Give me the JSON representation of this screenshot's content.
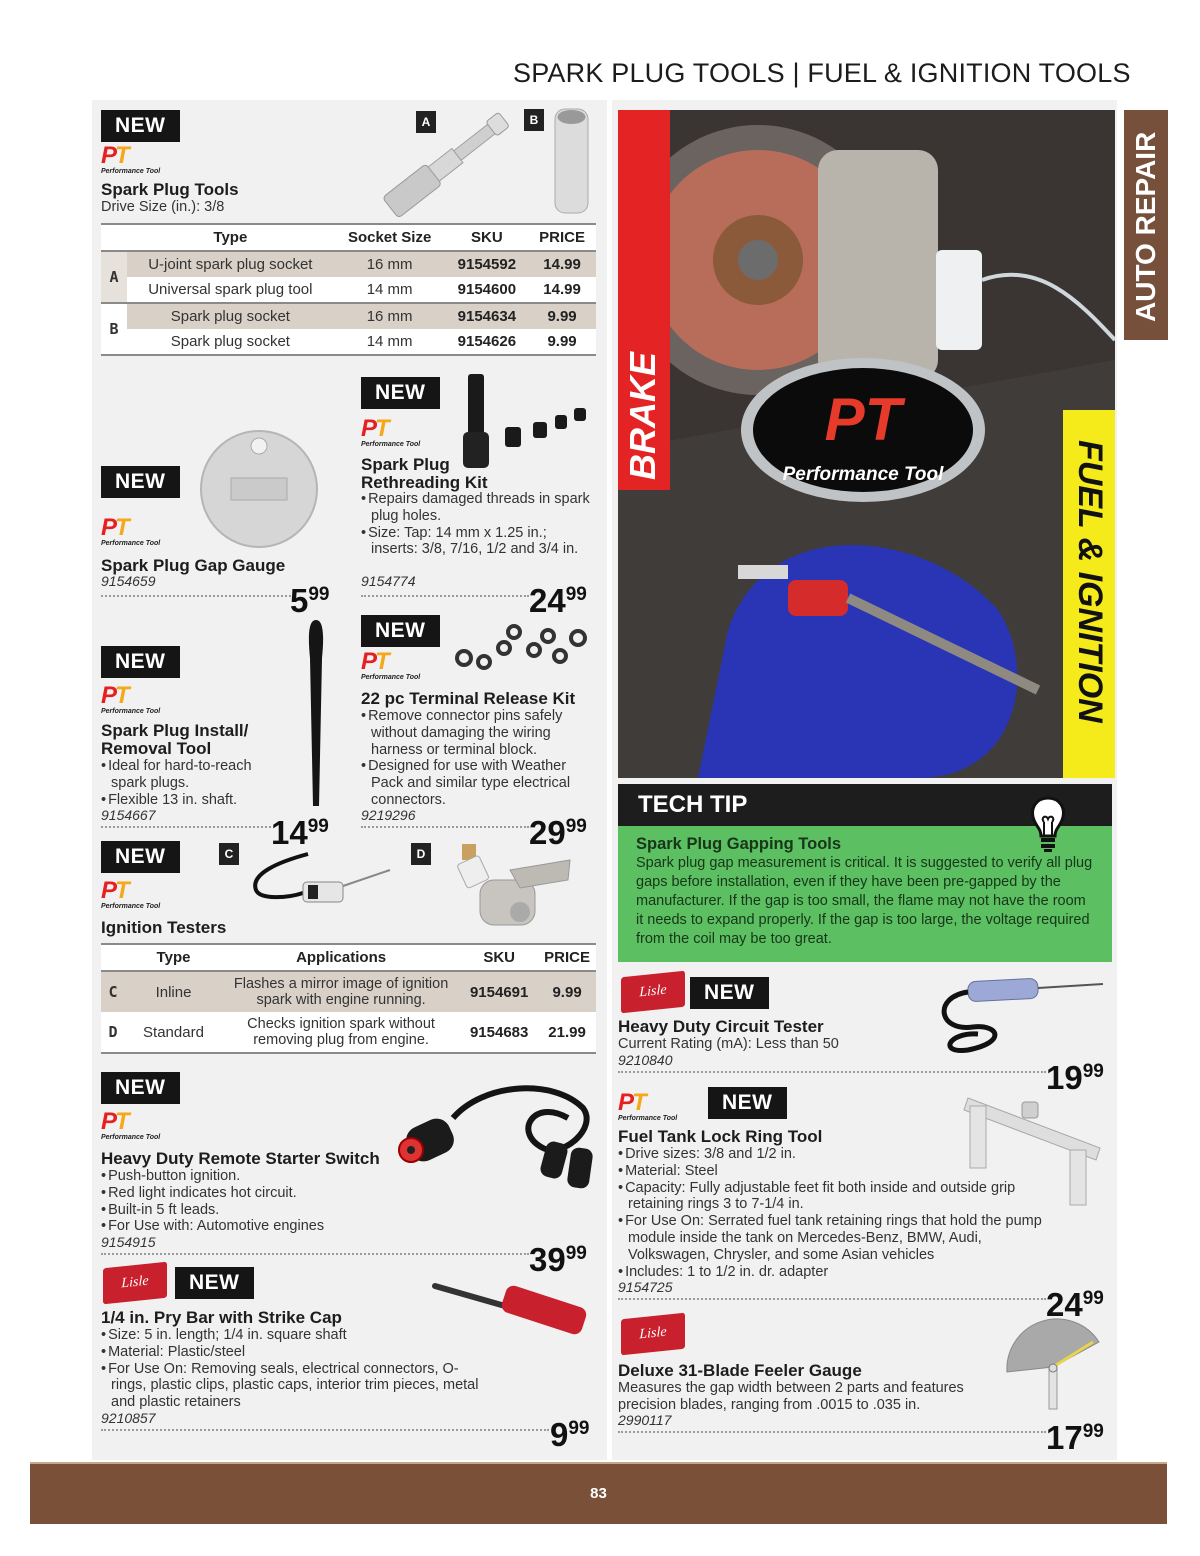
{
  "header": {
    "title": "SPARK PLUG TOOLS | FUEL & IGNITION TOOLS"
  },
  "side_tab": {
    "label": "AUTO REPAIR"
  },
  "badges": {
    "new": "NEW"
  },
  "brands": {
    "pt_mark_a": "P",
    "pt_mark_b": "T",
    "pt_sub": "Performance Tool",
    "lisle": "Lisle"
  },
  "hero": {
    "left_band": "BRAKE",
    "right_band": "FUEL & IGNITION",
    "logo_text": "Performance Tool",
    "logo_mark": "PT"
  },
  "spark_plug_tools": {
    "title": "Spark Plug Tools",
    "subtitle": "Drive Size (in.): 3/8",
    "tag_a": "A",
    "tag_b": "B",
    "table": {
      "headers": [
        "Type",
        "Socket Size",
        "SKU",
        "PRICE"
      ],
      "rows": [
        {
          "group": "A",
          "type": "U-joint spark plug socket",
          "size": "16 mm",
          "sku": "9154592",
          "price": "14.99"
        },
        {
          "group": "A",
          "type": "Universal spark plug tool",
          "size": "14 mm",
          "sku": "9154600",
          "price": "14.99"
        },
        {
          "group": "B",
          "type": "Spark plug socket",
          "size": "16 mm",
          "sku": "9154634",
          "price": "9.99"
        },
        {
          "group": "B",
          "type": "Spark plug socket",
          "size": "14 mm",
          "sku": "9154626",
          "price": "9.99"
        }
      ]
    }
  },
  "gap_gauge": {
    "title": "Spark Plug Gap Gauge",
    "sku": "9154659",
    "price_dollars": "5",
    "price_cents": "99"
  },
  "rethreading_kit": {
    "title_line1": "Spark Plug",
    "title_line2": "Rethreading Kit",
    "bullets": [
      "Repairs damaged threads in spark plug holes.",
      "Size: Tap: 14 mm x 1.25 in.; inserts: 3/8, 7/16, 1/2 and 3/4 in."
    ],
    "sku": "9154774",
    "price_dollars": "24",
    "price_cents": "99"
  },
  "install_tool": {
    "title_line1": "Spark Plug Install/",
    "title_line2": "Removal Tool",
    "bullets": [
      "Ideal for hard-to-reach spark plugs.",
      "Flexible 13 in. shaft."
    ],
    "sku": "9154667",
    "price_dollars": "14",
    "price_cents": "99"
  },
  "terminal_kit": {
    "title": "22 pc Terminal Release Kit",
    "bullets": [
      "Remove connector pins safely without damaging the wiring harness or terminal block.",
      "Designed for use with Weather Pack and similar type electrical connectors."
    ],
    "sku": "9219296",
    "price_dollars": "29",
    "price_cents": "99"
  },
  "ignition_testers": {
    "title": "Ignition Testers",
    "tag_c": "C",
    "tag_d": "D",
    "table": {
      "headers": [
        "",
        "Type",
        "Applications",
        "SKU",
        "PRICE"
      ],
      "rows": [
        {
          "group": "C",
          "type": "Inline",
          "application": "Flashes a mirror image of ignition spark with engine running.",
          "sku": "9154691",
          "price": "9.99"
        },
        {
          "group": "D",
          "type": "Standard",
          "application": "Checks ignition spark without removing plug from engine.",
          "sku": "9154683",
          "price": "21.99"
        }
      ]
    }
  },
  "starter_switch": {
    "title": "Heavy Duty Remote Starter Switch",
    "bullets": [
      "Push-button ignition.",
      "Red light indicates hot circuit.",
      "Built-in 5 ft leads.",
      "For Use with: Automotive engines"
    ],
    "sku": "9154915",
    "price_dollars": "39",
    "price_cents": "99"
  },
  "pry_bar": {
    "title": "1/4 in. Pry Bar with Strike Cap",
    "bullets": [
      "Size: 5 in. length; 1/4 in. square shaft",
      "Material: Plastic/steel",
      "For Use On: Removing seals, electrical connectors, O-rings, plastic clips, plastic caps, interior trim pieces, metal and plastic retainers"
    ],
    "sku": "9210857",
    "price_dollars": "9",
    "price_cents": "99"
  },
  "tech_tip": {
    "header": "TECH TIP",
    "title": "Spark Plug Gapping Tools",
    "body": "Spark plug gap measurement is critical. It is suggested to verify all plug gaps before installation, even if they have been pre-gapped by the manufacturer. If the gap is too small, the flame may not have the room it needs to expand properly. If the gap is too large, the voltage required from the coil may be too great."
  },
  "circuit_tester": {
    "title": "Heavy Duty Circuit Tester",
    "subtitle": "Current Rating (mA): Less than 50",
    "sku": "9210840",
    "price_dollars": "19",
    "price_cents": "99"
  },
  "lock_ring_tool": {
    "title": "Fuel Tank Lock Ring Tool",
    "bullets": [
      "Drive sizes: 3/8 and 1/2 in.",
      "Material: Steel",
      "Capacity: Fully adjustable feet fit both inside and outside grip retaining rings 3 to 7-1/4 in.",
      "For Use On: Serrated fuel tank retaining rings that hold the pump module inside the tank on Mercedes-Benz, BMW, Audi, Volkswagen, Chrysler, and some Asian vehicles",
      "Includes: 1 to 1/2 in. dr. adapter"
    ],
    "sku": "9154725",
    "price_dollars": "24",
    "price_cents": "99"
  },
  "feeler_gauge": {
    "title": "Deluxe 31-Blade Feeler Gauge",
    "description": "Measures the gap width between 2 parts and features precision blades, ranging from .0015 to .035 in.",
    "sku": "2990117",
    "price_dollars": "17",
    "price_cents": "99"
  },
  "footer": {
    "page_number": "83"
  }
}
